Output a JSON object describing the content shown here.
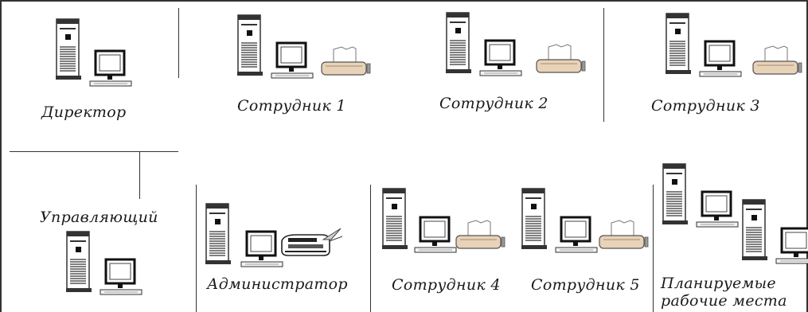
{
  "diagram": {
    "workstations": {
      "director": {
        "label": "Директор"
      },
      "employee_1": {
        "label": "Сотрудник 1"
      },
      "employee_2": {
        "label": "Сотрудник 2"
      },
      "employee_3": {
        "label": "Сотрудник 3"
      },
      "manager": {
        "label": "Управляющий"
      },
      "administrator": {
        "label": "Администратор"
      },
      "employee_4": {
        "label": "Сотрудник 4"
      },
      "employee_5": {
        "label": "Сотрудник 5"
      },
      "planned": {
        "label_line1": "Планируемые",
        "label_line2": "рабочие места"
      }
    },
    "icons": [
      "pc-tower-icon",
      "monitor-icon",
      "dot-matrix-printer-icon",
      "fax-machine-icon"
    ],
    "colors": {
      "line": "#333333",
      "printer_body": "#e8d2b8",
      "device_fill": "#ffffff"
    }
  }
}
